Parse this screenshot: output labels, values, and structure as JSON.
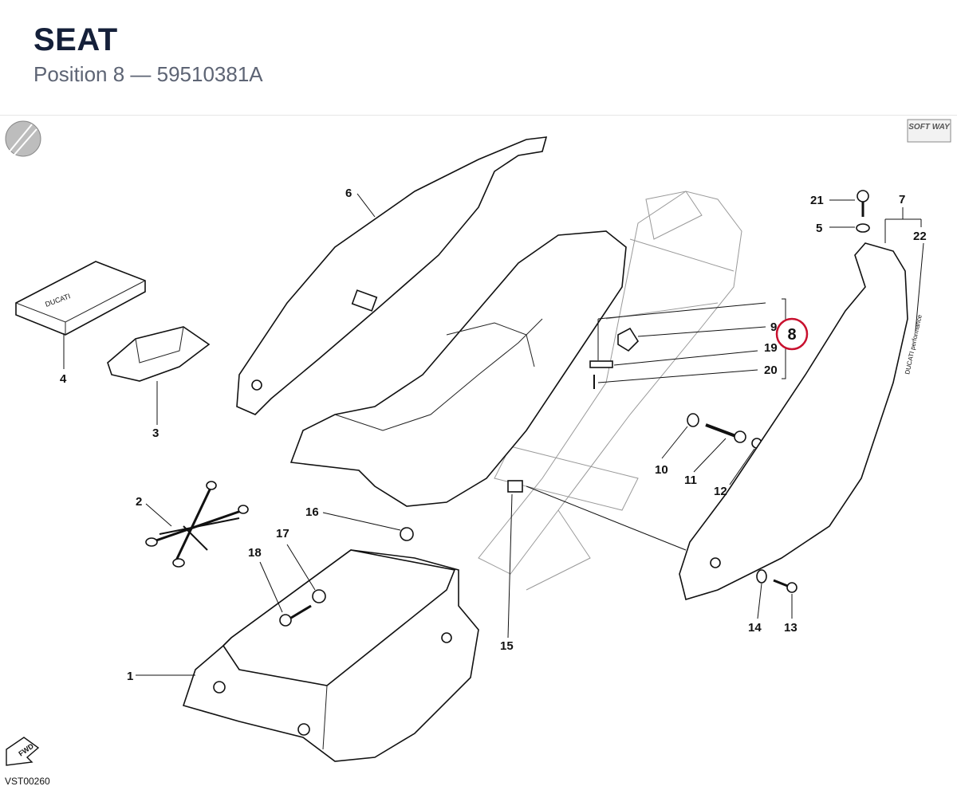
{
  "header": {
    "title": "SEAT",
    "subtitle": "Position 8 — 59510381A"
  },
  "diagram": {
    "highlighted_position": "8",
    "callouts": [
      "1",
      "2",
      "3",
      "4",
      "5",
      "6",
      "7",
      "8",
      "9",
      "10",
      "11",
      "12",
      "13",
      "14",
      "15",
      "16",
      "17",
      "18",
      "19",
      "20",
      "21",
      "22"
    ],
    "logo_text": "SOFT WAY",
    "fwd_label": "FWD",
    "book_label": "DUCATI",
    "cover_label": "DUCATI performance",
    "reference_code": "VST00260",
    "highlight_color": "#c8102e"
  }
}
